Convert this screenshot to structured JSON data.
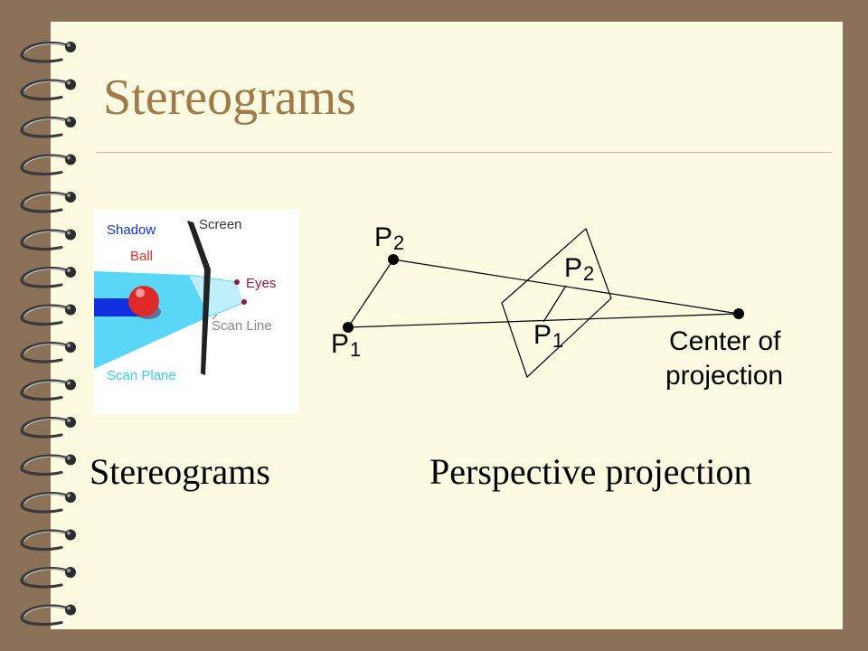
{
  "slide": {
    "title": "Stereograms",
    "caption_left": "Stereograms",
    "caption_right": "Perspective projection"
  },
  "stereogram_diagram": {
    "labels": {
      "shadow": "Shadow",
      "ball": "Ball",
      "screen": "Screen",
      "eyes": "Eyes",
      "scan_line": "Scan Line",
      "scan_plane": "Scan Plane"
    },
    "colors": {
      "shadow": "#1030e0",
      "ball": "#e03030",
      "screen": "#333333",
      "eyes": "#8b1a4a",
      "scan_line": "#777777",
      "scan_plane": "#40c8f0",
      "beam": "#5ad7f7"
    }
  },
  "projection_diagram": {
    "labels": {
      "p2_outer_letter": "P",
      "p2_outer_sub": "2",
      "p1_outer_letter": "P",
      "p1_outer_sub": "1",
      "p2_inner_letter": "P",
      "p2_inner_sub": "2",
      "p1_inner_letter": "P",
      "p1_inner_sub": "1",
      "center_line1": "Center of",
      "center_line2": "projection"
    }
  },
  "colors": {
    "background": "#8b7158",
    "page": "#fcfae1",
    "title": "#a07a4a",
    "rule": "#c9b89c"
  }
}
